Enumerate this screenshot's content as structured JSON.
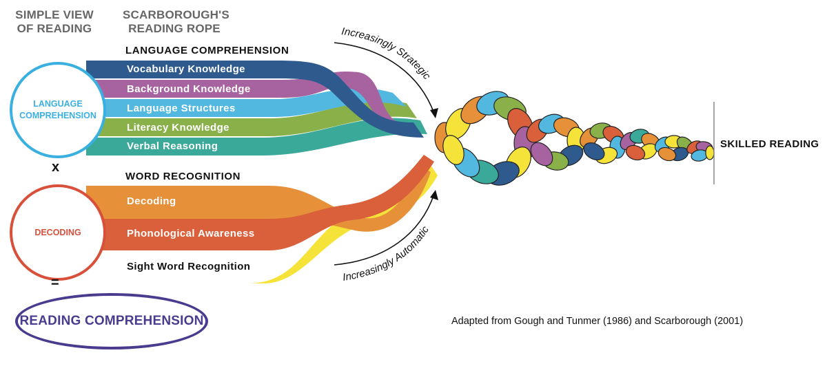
{
  "headers": {
    "simple_view": "SIMPLE VIEW\nOF READING",
    "rope": "SCARBOROUGH'S\nREADING ROPE"
  },
  "language": {
    "circle_label": "LANGUAGE\nCOMPREHENSION",
    "section_title": "LANGUAGE COMPREHENSION",
    "strands": [
      "Vocabulary Knowledge",
      "Background Knowledge",
      "Language Structures",
      "Literacy Knowledge",
      "Verbal Reasoning"
    ]
  },
  "word": {
    "circle_label": "DECODING",
    "section_title": "WORD RECOGNITION",
    "strands": [
      "Decoding",
      "Phonological Awareness",
      "Sight Word Recognition"
    ]
  },
  "operators": {
    "times": "x",
    "equals": "="
  },
  "result": "READING COMPREHENSION",
  "arrows": {
    "top": "Increasingly Strategic",
    "bottom": "Increasingly Automatic"
  },
  "outcome": "SKILLED READING",
  "credit": "Adapted from Gough and Tunmer (1986) and Scarborough (2001)",
  "colors": {
    "vocabulary": "#2e5a8e",
    "background": "#a7639f",
    "structures": "#52b8e0",
    "literacy": "#8ab04a",
    "verbal": "#3aa99a",
    "decoding": "#e6913a",
    "phonological": "#d9603a",
    "sight": "#f5e33a",
    "language_circle": "#3ab0e0",
    "decoding_circle": "#d9503a",
    "result": "#4a3b8f"
  }
}
